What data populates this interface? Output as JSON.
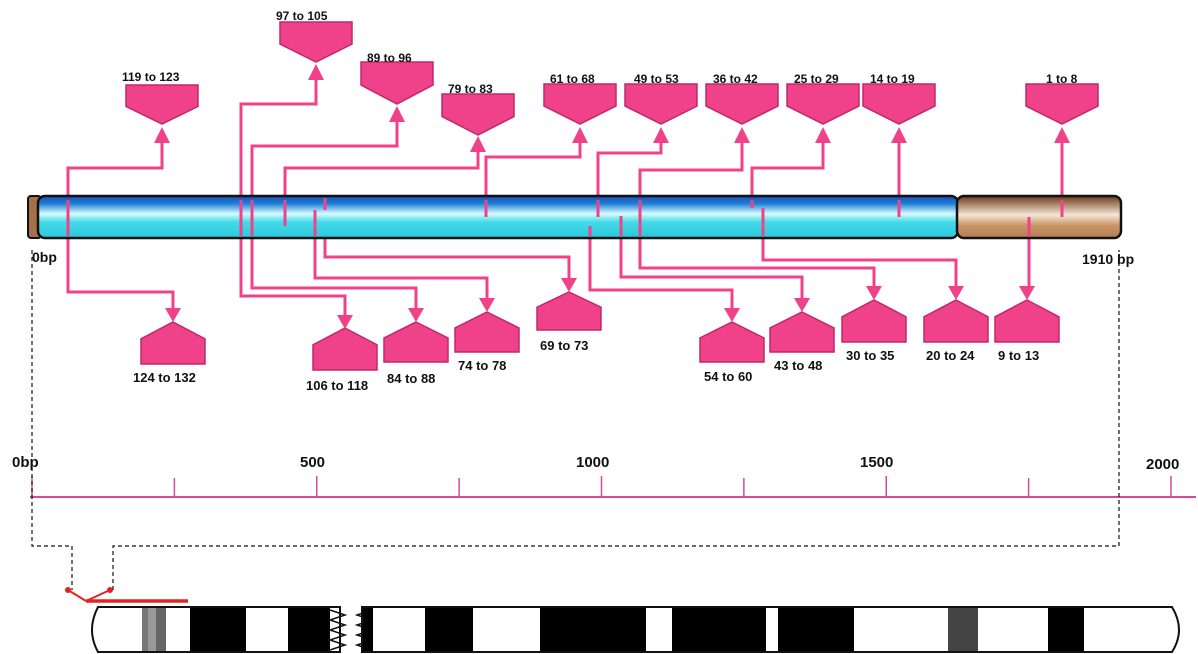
{
  "diagram": {
    "start_label": "0bp",
    "end_label": "1910 bp",
    "gene_length_bp": 1910
  },
  "colors": {
    "marker": "#f0428a",
    "marker_dark": "#c0286a",
    "coding_body": "#3ad7e6",
    "coding_edge": "#1b4fb8",
    "utr": "#a5714a",
    "axis": "#d6489a"
  },
  "top_markers": [
    {
      "label": "119 to 123"
    },
    {
      "label": "97 to 105"
    },
    {
      "label": "89 to 96"
    },
    {
      "label": "79 to 83"
    },
    {
      "label": "61 to 68"
    },
    {
      "label": "49 to 53"
    },
    {
      "label": "36 to 42"
    },
    {
      "label": "25 to 29"
    },
    {
      "label": "14 to 19"
    },
    {
      "label": "1 to 8"
    }
  ],
  "bottom_markers": [
    {
      "label": "124 to 132"
    },
    {
      "label": "106 to 118"
    },
    {
      "label": "84 to 88"
    },
    {
      "label": "74 to 78"
    },
    {
      "label": "69 to 73"
    },
    {
      "label": "54 to 60"
    },
    {
      "label": "43 to 48"
    },
    {
      "label": "30 to 35"
    },
    {
      "label": "20 to 24"
    },
    {
      "label": "9 to 13"
    }
  ],
  "scale": {
    "ticks": [
      "0bp",
      "500",
      "1000",
      "1500",
      "2000"
    ]
  },
  "chromosome": {
    "highlight": "red-marker"
  }
}
